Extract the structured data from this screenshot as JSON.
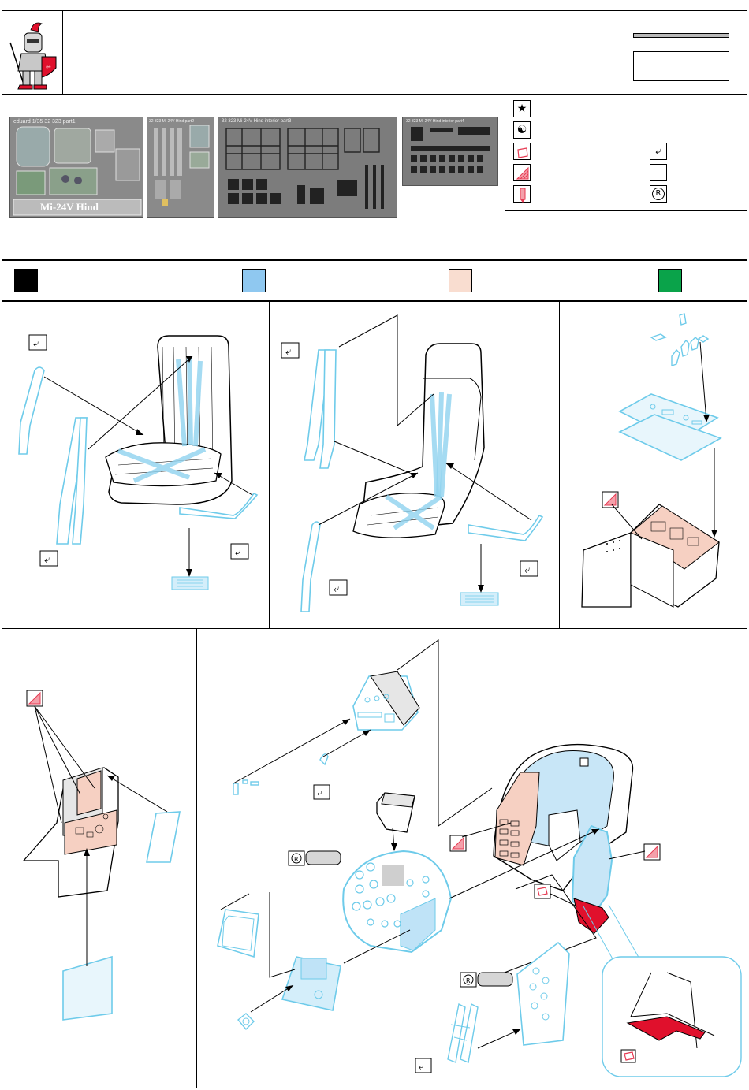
{
  "header": {
    "logo_icon": "knight-mascot-icon",
    "title": "",
    "part_number": ""
  },
  "fret_photos": [
    {
      "name": "fret-photo-part1",
      "caption_top": "eduard  1/35   32 323   part1",
      "caption_bottom": "Mi-24V Hind"
    },
    {
      "name": "fret-photo-part2",
      "caption_top": "32 323  Mi-24V Hind part2",
      "caption_bottom": ""
    },
    {
      "name": "fret-photo-interior-part3",
      "caption_top": "32 323  Mi-24V Hind interior part3",
      "caption_bottom": ""
    },
    {
      "name": "fret-photo-interior-part4",
      "caption_top": "32 323  Mi-24V Hind interior part4",
      "caption_bottom": ""
    }
  ],
  "legend": {
    "symbols": [
      {
        "icon": "star-icon",
        "glyph": "★"
      },
      {
        "icon": "yin-yang-icon",
        "glyph": "☯"
      },
      {
        "icon": "remove-part-icon",
        "glyph": ""
      },
      {
        "icon": "cut-scale-icon",
        "glyph": ""
      },
      {
        "icon": "drill-icon",
        "glyph": ""
      }
    ],
    "right_symbols": [
      {
        "icon": "fold-arrow-icon",
        "glyph": "⤶"
      },
      {
        "icon": "empty-box-icon",
        "glyph": ""
      },
      {
        "icon": "registered-r-icon",
        "glyph": "R"
      }
    ]
  },
  "colors": {
    "black": "#000000",
    "light_blue": "#8fc8f0",
    "flesh": "#f9ddd0",
    "green": "#0aa34a",
    "part_blue": "#6ecbea",
    "cut_red": "#e63a52",
    "bright_red": "#e0102c"
  },
  "color_swatches": [
    {
      "name": "swatch-black",
      "hex": "#000000"
    },
    {
      "name": "swatch-light-blue",
      "hex": "#8fc8f0"
    },
    {
      "name": "swatch-flesh",
      "hex": "#f9ddd0"
    },
    {
      "name": "swatch-green",
      "hex": "#0aa34a"
    }
  ]
}
